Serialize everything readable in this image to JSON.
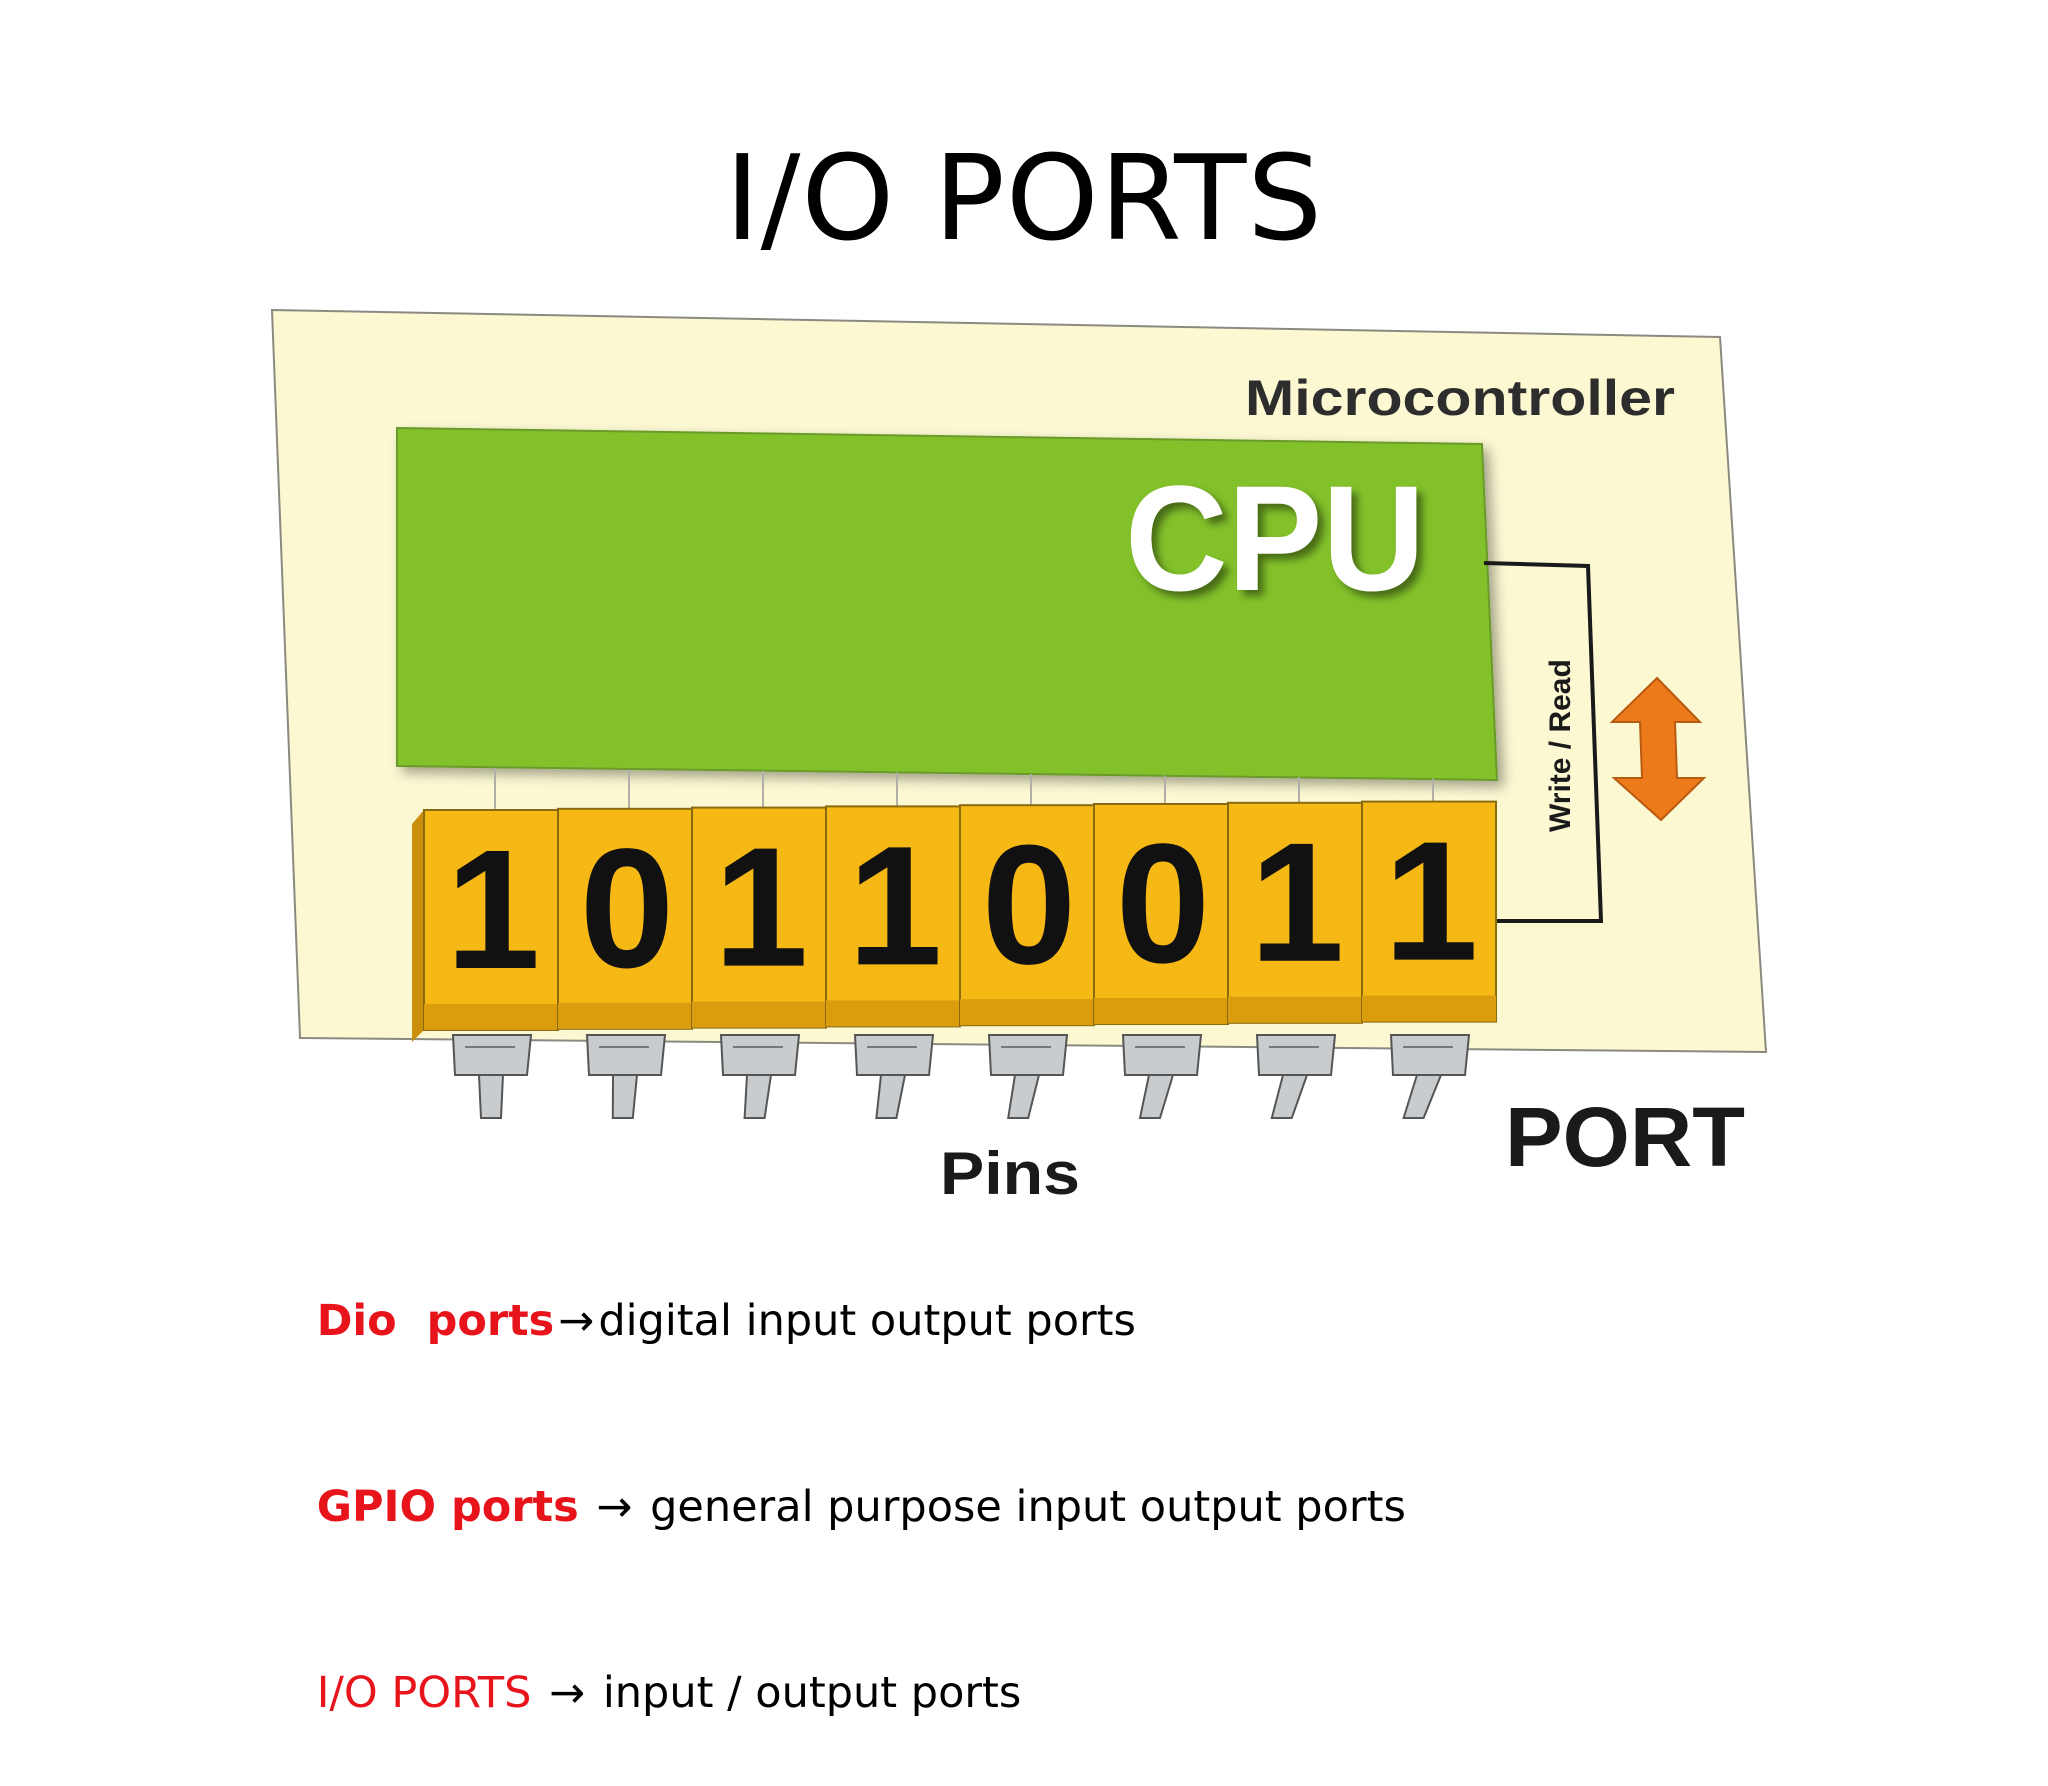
{
  "slide": {
    "title": "I/O PORTS"
  },
  "diagram": {
    "microcontroller_label": "Microcontroller",
    "cpu_label": "CPU",
    "write_read_label": "Write / Read",
    "port_label": "PORT",
    "pins_label": "Pins",
    "bits": [
      "1",
      "0",
      "1",
      "1",
      "0",
      "0",
      "1",
      "1"
    ],
    "colors": {
      "board": "#fbf8d2",
      "cpu": "#82c12a",
      "register": "#f6b815",
      "arrow": "#ec7a1b",
      "pin": "#c9ccce"
    }
  },
  "legend": [
    {
      "term": "Dio  ports",
      "term_bold": true,
      "arrow": "→",
      "definition": "digital input output ports"
    },
    {
      "term": "GPIO ports",
      "term_bold": true,
      "arrow": "→",
      "definition": "general purpose input output ports"
    },
    {
      "term": "I/O PORTS",
      "term_bold": false,
      "arrow": "→",
      "definition": "input / output ports"
    }
  ]
}
